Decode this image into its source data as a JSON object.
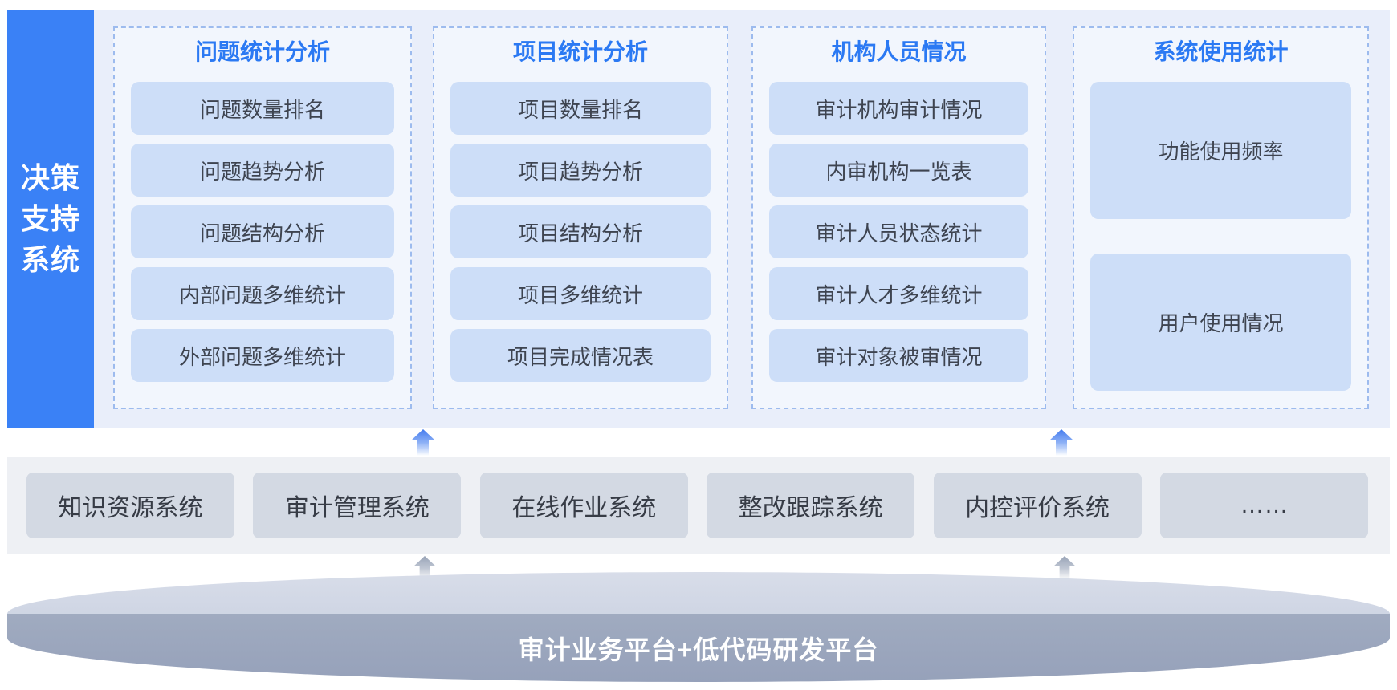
{
  "diagram": {
    "sidebar": {
      "line1": "决策",
      "line2": "支持",
      "line3": "系统"
    },
    "columns": [
      {
        "title": "问题统计分析",
        "items": [
          "问题数量排名",
          "问题趋势分析",
          "问题结构分析",
          "内部问题多维统计",
          "外部问题多维统计"
        ]
      },
      {
        "title": "项目统计分析",
        "items": [
          "项目数量排名",
          "项目趋势分析",
          "项目结构分析",
          "项目多维统计",
          "项目完成情况表"
        ]
      },
      {
        "title": "机构人员情况",
        "items": [
          "审计机构审计情况",
          "内审机构一览表",
          "审计人员状态统计",
          "审计人才多维统计",
          "审计对象被审情况"
        ]
      },
      {
        "title": "系统使用统计",
        "items": [
          "功能使用频率",
          "用户使用情况"
        ]
      }
    ],
    "middle_row": {
      "systems": [
        "知识资源系统",
        "审计管理系统",
        "在线作业系统",
        "整改跟踪系统",
        "内控评价系统",
        "……"
      ]
    },
    "platform": {
      "label": "审计业务平台+低代码研发平台"
    },
    "colors": {
      "sidebar_blue": "#3a81f6",
      "title_blue": "#2b79f3",
      "panel_bg": "#e9eefa",
      "column_bg": "#f2f6fd",
      "dashed_border": "#9dbbee",
      "item_bg": "#cddef8",
      "item_text": "#3e4450",
      "band_bg": "#eef0f4",
      "system_box_bg": "#d3d9e3",
      "cylinder_top": "#ccd3e2",
      "cylinder_body": "#98a3bc",
      "arrow_blue": "#4b86f0",
      "arrow_gray": "#9aa5b8"
    }
  }
}
